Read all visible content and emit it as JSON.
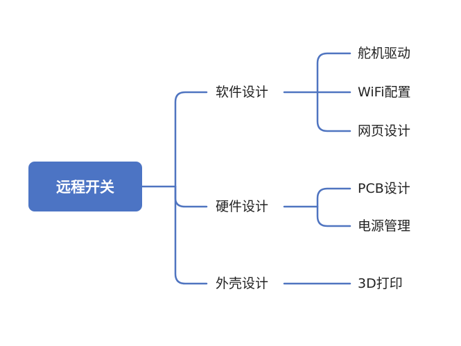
{
  "diagram": {
    "type": "mindmap",
    "line_color": "#4f74c0",
    "root_color": "#4c74c4",
    "root": {
      "label": "远程开关"
    },
    "branches": [
      {
        "label": "软件设计",
        "children": [
          "舵机驱动",
          "WiFi配置",
          "网页设计"
        ]
      },
      {
        "label": "硬件设计",
        "children": [
          "PCB设计",
          "电源管理"
        ]
      },
      {
        "label": "外壳设计",
        "children": [
          "3D打印"
        ]
      }
    ]
  }
}
